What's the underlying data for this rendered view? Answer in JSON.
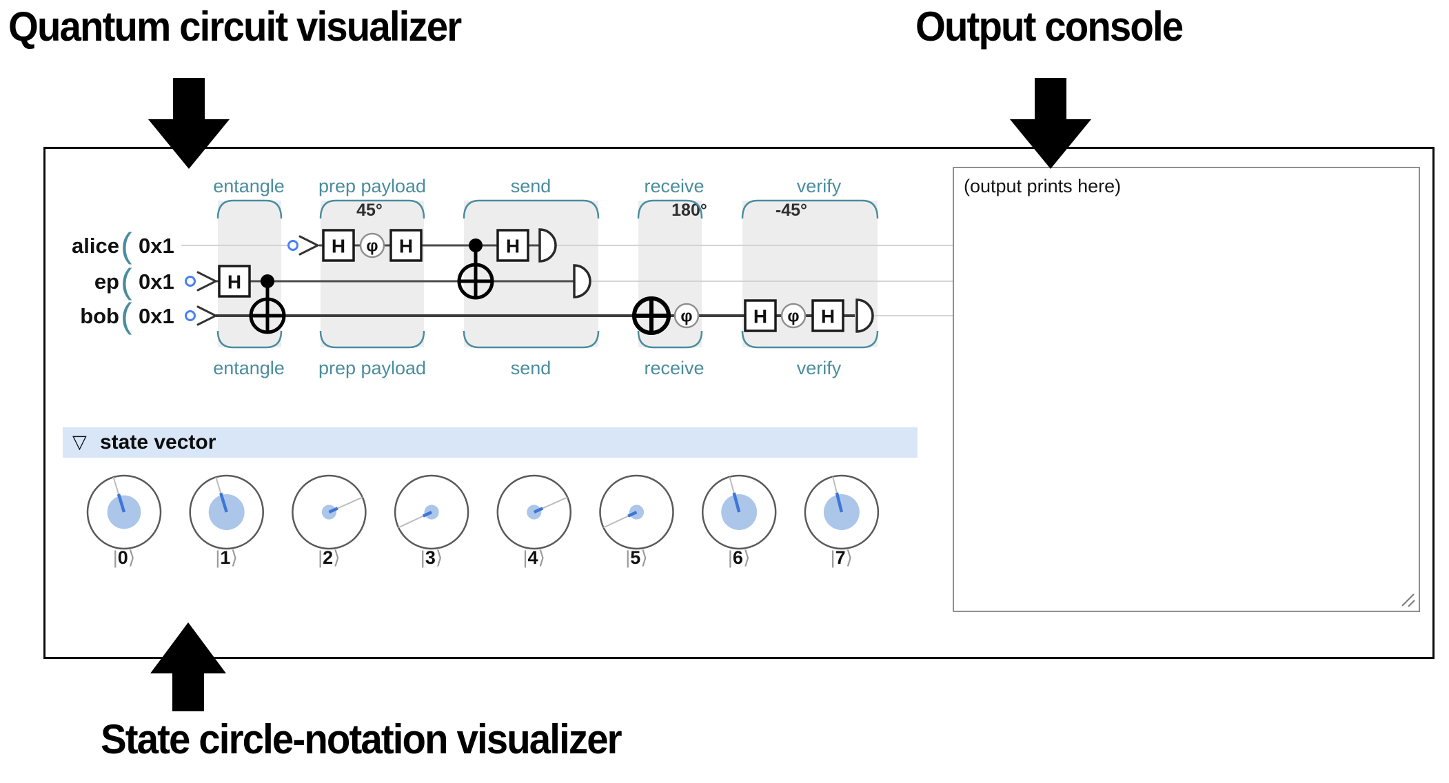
{
  "captions": {
    "top_left": "Quantum circuit visualizer",
    "top_right": "Output console",
    "bottom": "State circle-notation visualizer"
  },
  "circuit": {
    "wires": [
      {
        "name": "alice",
        "init": "0x1"
      },
      {
        "name": "ep",
        "init": "0x1"
      },
      {
        "name": "bob",
        "init": "0x1"
      }
    ],
    "sections": [
      {
        "label": "entangle",
        "rotation": ""
      },
      {
        "label": "prep payload",
        "rotation": "45°"
      },
      {
        "label": "send",
        "rotation": ""
      },
      {
        "label": "receive",
        "rotation": "180°"
      },
      {
        "label": "verify",
        "rotation": "-45°"
      }
    ],
    "glyphs": {
      "hadamard": "H",
      "phase": "φ",
      "brace": "("
    }
  },
  "state_vector": {
    "header": "state vector",
    "collapse_icon": "▽"
  },
  "console": {
    "text": "(output prints here)"
  },
  "chart_data": {
    "type": "circle-notation",
    "title": "state vector",
    "states": [
      {
        "label": "|0⟩",
        "magnitude": 0.46,
        "phase_deg": 107
      },
      {
        "label": "|1⟩",
        "magnitude": 0.49,
        "phase_deg": 107
      },
      {
        "label": "|2⟩",
        "magnitude": 0.2,
        "phase_deg": 24
      },
      {
        "label": "|3⟩",
        "magnitude": 0.2,
        "phase_deg": 205
      },
      {
        "label": "|4⟩",
        "magnitude": 0.2,
        "phase_deg": 24
      },
      {
        "label": "|5⟩",
        "magnitude": 0.2,
        "phase_deg": 205
      },
      {
        "label": "|6⟩",
        "magnitude": 0.49,
        "phase_deg": 105
      },
      {
        "label": "|7⟩",
        "magnitude": 0.49,
        "phase_deg": 104
      }
    ],
    "colors": {
      "fill": "#abc6e9",
      "needle": "#3f76d6",
      "phase_line": "#bcbcbc",
      "ring": "#5a5a5a"
    }
  },
  "colors": {
    "section_teal": "#4a8d9e",
    "band_gray": "#ededee",
    "state_bar_blue": "#d8e6f8",
    "input_marker_blue": "#4a80f5"
  }
}
